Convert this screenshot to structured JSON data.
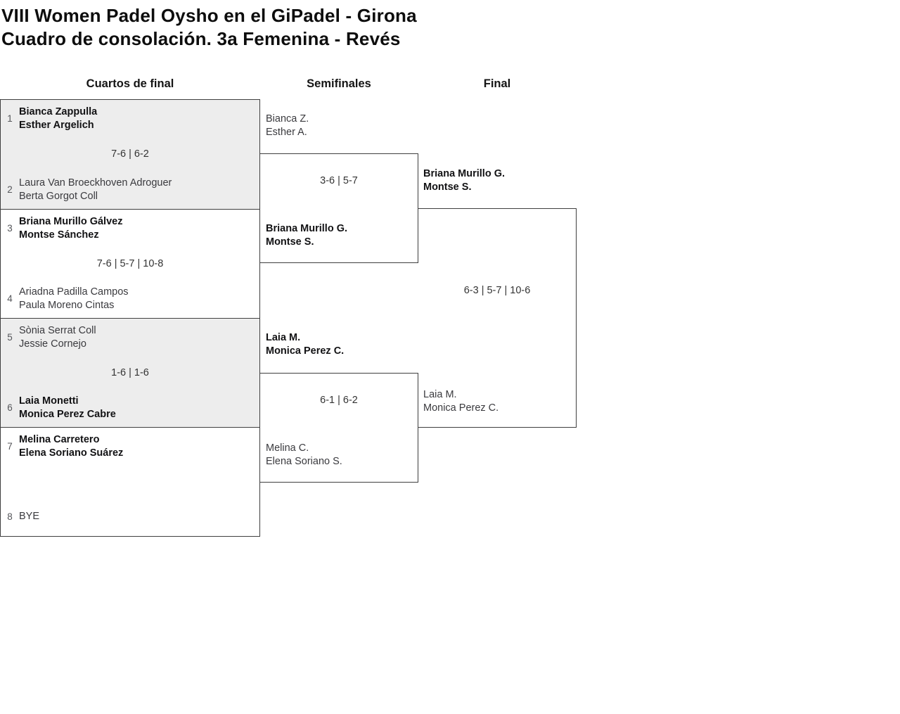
{
  "title": {
    "line1": "VIII Women Padel Oysho en el GiPadel - Girona",
    "line2": "Cuadro de consolación. 3a Femenina - Revés"
  },
  "round_headers": {
    "quarterfinals": "Cuartos de final",
    "semifinals": "Semifinales",
    "final": "Final"
  },
  "quarterfinals": [
    {
      "seed_top": "1",
      "team_top": {
        "player1": "Bianca Zappulla",
        "player2": "Esther Argelich",
        "winner": true
      },
      "score": "7-6 | 6-2",
      "seed_bottom": "2",
      "team_bottom": {
        "player1": "Laura Van Broeckhoven Adroguer",
        "player2": "Berta Gorgot Coll",
        "winner": false
      }
    },
    {
      "seed_top": "3",
      "team_top": {
        "player1": "Briana Murillo Gálvez",
        "player2": "Montse Sánchez",
        "winner": true
      },
      "score": "7-6 | 5-7 | 10-8",
      "seed_bottom": "4",
      "team_bottom": {
        "player1": "Ariadna Padilla Campos",
        "player2": "Paula Moreno Cintas",
        "winner": false
      }
    },
    {
      "seed_top": "5",
      "team_top": {
        "player1": "Sònia Serrat Coll",
        "player2": "Jessie Cornejo",
        "winner": false
      },
      "score": "1-6 | 1-6",
      "seed_bottom": "6",
      "team_bottom": {
        "player1": "Laia Monetti",
        "player2": "Monica Perez Cabre",
        "winner": true
      }
    },
    {
      "seed_top": "7",
      "team_top": {
        "player1": "Melina Carretero",
        "player2": "Elena Soriano Suárez",
        "winner": true
      },
      "score": "",
      "seed_bottom": "8",
      "team_bottom": {
        "player1": "BYE",
        "player2": "",
        "winner": false
      }
    }
  ],
  "semifinals": [
    {
      "team_top": {
        "player1": "Bianca Z.",
        "player2": "Esther A.",
        "winner": false
      },
      "score": "3-6 | 5-7",
      "team_bottom": {
        "player1": "Briana Murillo G.",
        "player2": "Montse S.",
        "winner": true
      }
    },
    {
      "team_top": {
        "player1": "Laia M.",
        "player2": "Monica Perez C.",
        "winner": true
      },
      "score": "6-1 | 6-2",
      "team_bottom": {
        "player1": "Melina C.",
        "player2": "Elena Soriano S.",
        "winner": false
      }
    }
  ],
  "final": {
    "team_top": {
      "player1": "Briana Murillo G.",
      "player2": "Montse S.",
      "winner": true
    },
    "score": "6-3 | 5-7 | 10-6",
    "team_bottom": {
      "player1": "Laia M.",
      "player2": "Monica Perez C.",
      "winner": false
    }
  },
  "colors": {
    "shaded_block": "#ededed",
    "border": "#3f3f3f",
    "seed": "#55565a",
    "name": "#3a3a3e",
    "winner_name": "#121214",
    "score": "#333333"
  }
}
